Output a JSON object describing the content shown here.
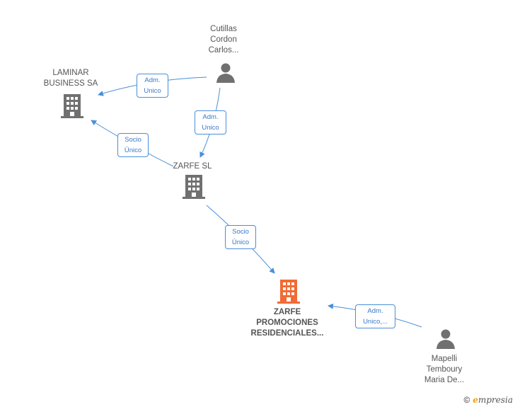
{
  "nodes": {
    "cutillas": {
      "type": "person",
      "lines": [
        "Cutillas",
        "Cordon",
        "Carlos..."
      ]
    },
    "laminar": {
      "type": "company",
      "lines": [
        "LAMINAR",
        "BUSINESS SA"
      ]
    },
    "zarfe_sl": {
      "type": "company",
      "lines": [
        "ZARFE SL"
      ]
    },
    "zarfe_promociones": {
      "type": "company-main",
      "lines": [
        "ZARFE",
        "PROMOCIONES",
        "RESIDENCIALES..."
      ]
    },
    "mapelli": {
      "type": "person",
      "lines": [
        "Mapelli",
        "Temboury",
        "Maria De..."
      ]
    }
  },
  "edges": {
    "cutillas_laminar": {
      "lines": [
        "Adm.",
        "Unico"
      ]
    },
    "cutillas_zarfe_sl": {
      "lines": [
        "Adm.",
        "Unico"
      ]
    },
    "zarfe_sl_laminar": {
      "lines": [
        "Socio",
        "Único"
      ]
    },
    "zarfe_sl_promociones": {
      "lines": [
        "Socio",
        "Único"
      ]
    },
    "mapelli_promociones": {
      "lines": [
        "Adm.",
        "Unico,..."
      ]
    }
  },
  "colors": {
    "edge": "#4a8fd8",
    "icon": "#707070",
    "main_icon": "#f26a35"
  },
  "footer": {
    "copyright": "©",
    "brand_first": "e",
    "brand_rest": "mpresia"
  }
}
